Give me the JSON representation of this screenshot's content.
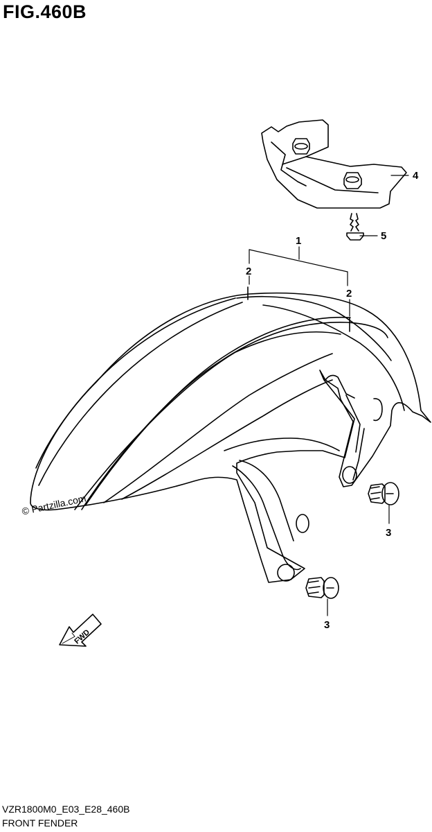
{
  "figure": {
    "title": "FIG.460B"
  },
  "watermark": "© Partzilla.com",
  "footer": {
    "code": "VZR1800M0_E03_E28_460B",
    "caption": "FRONT FENDER"
  },
  "callouts": {
    "front_fender": "1",
    "fender_mark_left": "2",
    "fender_mark_right": "2",
    "bolt_upper": "3",
    "bolt_lower": "3",
    "bracket": "4",
    "screw": "5"
  },
  "direction_arrow": {
    "label": "FWD"
  },
  "colors": {
    "line": "#000000",
    "background": "#ffffff"
  }
}
